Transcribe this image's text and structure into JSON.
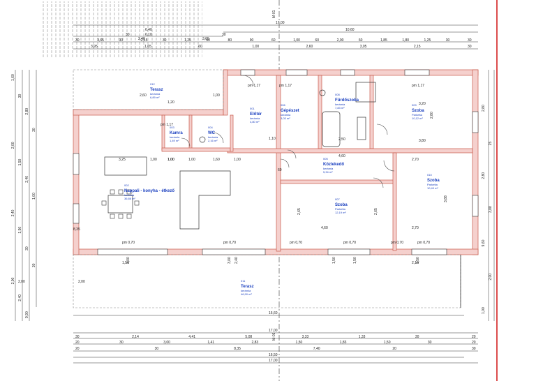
{
  "section_marks": {
    "top": "M-01",
    "bottom": "M-01"
  },
  "top_dims": {
    "row1": [
      "17,00"
    ],
    "row2": [
      "10,60"
    ],
    "row3": [
      "6,40"
    ],
    "row4": [
      "30",
      "6,10",
      "30"
    ],
    "row5": [
      "30",
      "3,65",
      "30",
      "2,15",
      "30",
      "1,25",
      "60",
      "80",
      "90",
      "60",
      "1,00",
      "60",
      "2,00",
      "60",
      "1,85",
      "1,80",
      "1,25",
      "30",
      "30"
    ],
    "row6": [
      "3,95",
      "1,65",
      "60",
      "1,00",
      "2,60",
      "3,05",
      "2,15",
      "30"
    ]
  },
  "bottom_dims": {
    "row1": [
      "16,60"
    ],
    "row2": [
      "17,00"
    ],
    "row3": [
      "30",
      "2,14",
      "4,41",
      "5,08",
      "3,33",
      "1,33",
      "30",
      "20"
    ],
    "row4": [
      "20",
      "30",
      "3,00",
      "1,41",
      "2,83",
      "1,50",
      "1,83",
      "1,50",
      "30",
      "20"
    ],
    "row5": [
      "20",
      "30",
      "8,35",
      "7,40",
      "20",
      "30"
    ],
    "row6": [
      "16,50"
    ],
    "row7": [
      "17,00"
    ]
  },
  "left_dims": [
    "1,60",
    "30",
    "2,80",
    "30",
    "2,00",
    "1,50",
    "2,40",
    "1,00",
    "2,40",
    "1,50",
    "30",
    "30",
    "2,00",
    "2,40",
    "9,90"
  ],
  "right_dims": [
    "2,80",
    "25",
    "2,80",
    "3,88",
    "9,60",
    "2,00",
    "1,00"
  ],
  "inner_dims": [
    "3,25",
    "3,20",
    "3,80",
    "2,70",
    "2,70",
    "4,60",
    "4,60",
    "2,65",
    "2,65",
    "2,80",
    "3,88",
    "2,60",
    "1,00",
    "1,00",
    "1,60",
    "1,00",
    "1,00",
    "1,20",
    "2,50",
    "1,10",
    "60",
    "1,50",
    "1,50",
    "3,00",
    "3,00",
    "2,40",
    "2,40",
    "3,65",
    "2,15",
    "1,50",
    "1,50",
    "8,35",
    "1,00",
    "1,00",
    "2,00",
    "2,00"
  ],
  "rooms": [
    {
      "code": "012",
      "name": "Terasz",
      "floor": "kerámia",
      "area": "6,89 m²"
    },
    {
      "code": "001",
      "name": "Előtér",
      "floor": "kerámia",
      "area": "4,80 m²"
    },
    {
      "code": "006",
      "name": "Gépészet",
      "floor": "kerámia",
      "area": "3,03 m²"
    },
    {
      "code": "008",
      "name": "Fürdőszoba",
      "floor": "kerámia",
      "area": "7,83 m²"
    },
    {
      "code": "009",
      "name": "Szoba",
      "floor": "Parketta",
      "area": "10,12 m²"
    },
    {
      "code": "003",
      "name": "Kamra",
      "floor": "kerámia",
      "area": "1,49 m²"
    },
    {
      "code": "004",
      "name": "WC",
      "floor": "kerámia",
      "area": "2,16 m²"
    },
    {
      "code": "005",
      "name": "Közlekedő",
      "floor": "kerámia",
      "area": "5,34 m²"
    },
    {
      "code": "010",
      "name": "Szoba",
      "floor": "Parketta",
      "area": "10,40 m²"
    },
    {
      "code": "002",
      "name": "Nappali - konyha - étkező",
      "floor": "kerámia",
      "area": "36,86 m²"
    },
    {
      "code": "007",
      "name": "Szoba",
      "floor": "Parketta",
      "area": "12,19 m²"
    },
    {
      "code": "011",
      "name": "Terasz",
      "floor": "kerámia",
      "area": "46,90 m²"
    }
  ],
  "pm_labels": [
    "pm 1,17",
    "pm 1,17",
    "pm 1,17",
    "pm 1,17",
    "pm 0,70",
    "pm 0,70",
    "pm 0,70",
    "pm 0,70",
    "pm 0,70",
    "pm 0,70"
  ],
  "accent_colors": {
    "wall_fill": "#f5d0cd",
    "wall_line": "#c85a4a",
    "room_text": "#1a3fbf",
    "red_line": "#d42020"
  }
}
